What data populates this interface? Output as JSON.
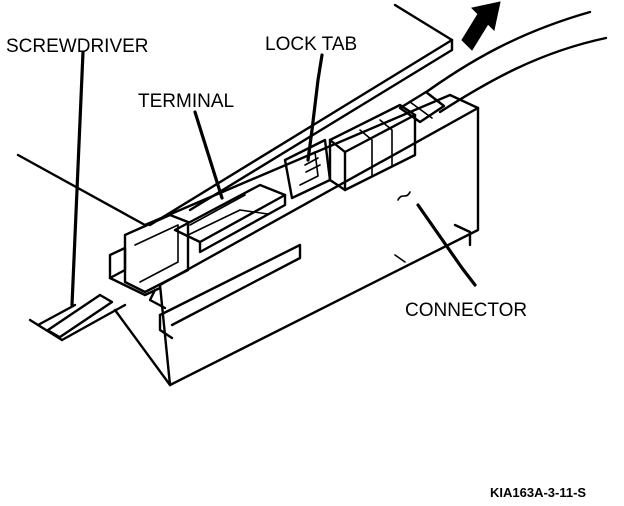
{
  "labels": {
    "screwdriver": "SCREWDRIVER",
    "lock_tab": "LOCK TAB",
    "terminal": "TERMINAL",
    "connector": "CONNECTOR"
  },
  "figure_code": "KIA163A-3-11-S"
}
